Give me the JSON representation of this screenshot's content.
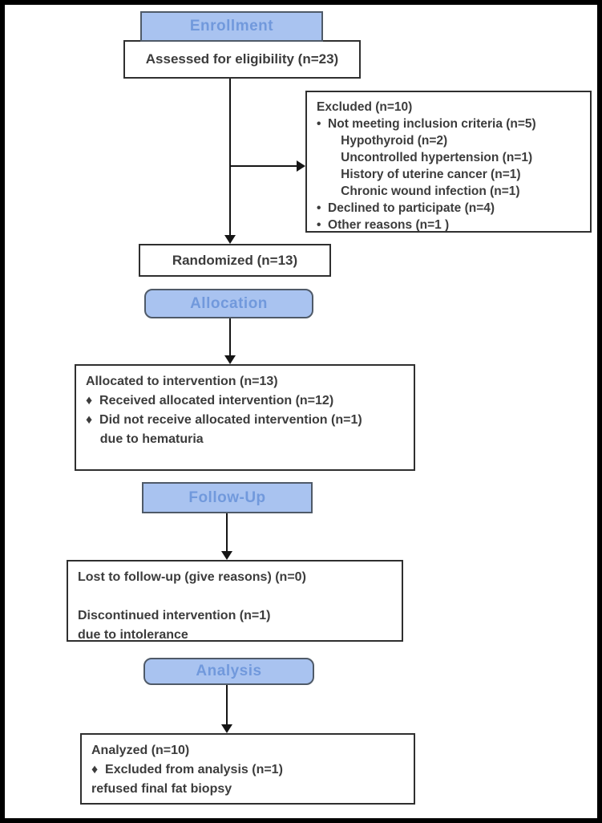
{
  "diagram": {
    "type": "consort-flow-diagram",
    "colors": {
      "header_fill": "#a9c3f0",
      "header_border": "#4f5a68",
      "header_text": "#7199dc",
      "box_border": "#2f2f2f",
      "body_text": "#3c3c3c",
      "connector": "#151515",
      "page_border": "#000000",
      "background": "#ffffff"
    },
    "headers": {
      "enrollment": "Enrollment",
      "allocation": "Allocation",
      "follow_up": "Follow-Up",
      "analysis": "Analysis"
    },
    "boxes": {
      "assessed": {
        "text": "Assessed for eligibility (n=23)"
      },
      "excluded": {
        "lines": [
          "Excluded (n=10)",
          "•  Not meeting inclusion criteria (n=5)",
          "       Hypothyroid (n=2)",
          "       Uncontrolled hypertension (n=1)",
          "       History of uterine cancer (n=1)",
          "       Chronic wound infection (n=1)",
          "•  Declined to participate (n=4)",
          "•  Other reasons (n=1 )"
        ]
      },
      "randomized": {
        "text": "Randomized (n=13)"
      },
      "allocated": {
        "lines": [
          "Allocated to intervention (n=13)",
          "♦  Received allocated intervention (n=12)",
          "♦  Did not receive allocated intervention (n=1)",
          "    due to hematuria"
        ]
      },
      "lost": {
        "lines": [
          "Lost to follow-up (give reasons) (n=0)",
          "",
          "Discontinued intervention (n=1)",
          "due to intolerance"
        ]
      },
      "analyzed": {
        "lines": [
          "Analyzed (n=10)",
          "♦  Excluded from analysis (n=1)",
          "refused final fat biopsy"
        ]
      }
    }
  }
}
